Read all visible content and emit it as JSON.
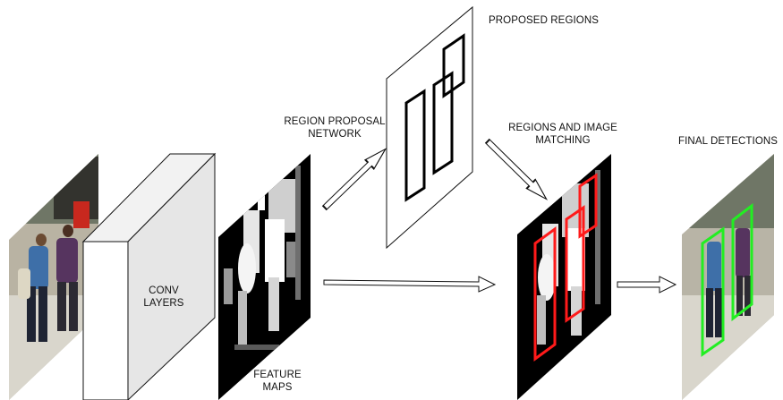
{
  "labels": {
    "conv_line1": "CONV",
    "conv_line2": "LAYERS",
    "rpn_line1": "REGION PROPOSAL",
    "rpn_line2": "NETWORK",
    "proposed_regions": "PROPOSED REGIONS",
    "matching_line1": "REGIONS AND IMAGE",
    "matching_line2": "MATCHING",
    "final_detections": "FINAL DETECTIONS",
    "feature_line1": "FEATURE",
    "feature_line2": "MAPS"
  },
  "colors": {
    "region_box": "#ff1a1a",
    "detection_box": "#22ee22",
    "conv_front": "#ffffff",
    "conv_side": "#e6e6e6",
    "conv_top": "#f2f2f2",
    "outline": "#111111"
  }
}
